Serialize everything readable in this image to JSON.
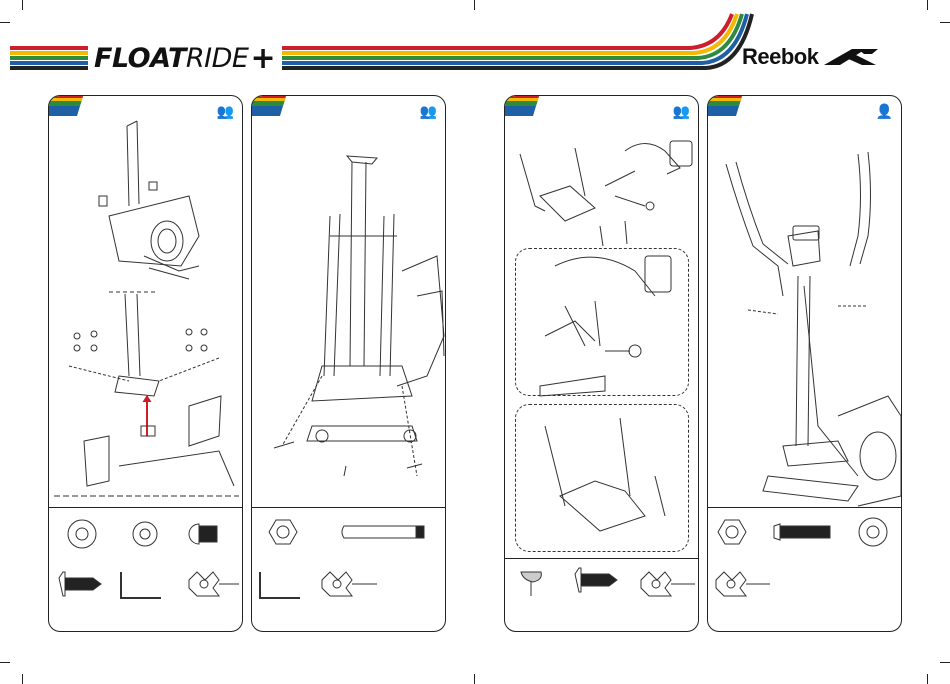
{
  "header": {
    "product_bold": "FLOAT",
    "product_light": "RIDE",
    "product_plus": "+",
    "brand": "Reebok",
    "brand_icon": "reebok-delta-icon",
    "stripe_colors": [
      "#cc1f2b",
      "#f4b800",
      "#2e8b3d",
      "#1f5fa6",
      "#222222"
    ]
  },
  "panels": [
    {
      "id": "step-1",
      "persons_icon": "two-persons-icon",
      "persons": "👥",
      "hardware": [
        "washer",
        "washer",
        "bolt",
        "screw",
        "allen-key",
        "multi-wrench"
      ]
    },
    {
      "id": "step-2",
      "persons_icon": "two-persons-icon",
      "persons": "👥",
      "hardware": [
        "nut",
        "axle-bolt",
        "allen-key",
        "multi-wrench"
      ]
    },
    {
      "id": "step-3",
      "persons_icon": "two-persons-icon",
      "persons": "👥",
      "hardware": [
        "knob",
        "screw",
        "multi-wrench"
      ]
    },
    {
      "id": "step-4",
      "persons_icon": "one-person-icon",
      "persons": "👤",
      "hardware": [
        "nut",
        "long-bolt",
        "washer",
        "multi-wrench"
      ]
    }
  ]
}
